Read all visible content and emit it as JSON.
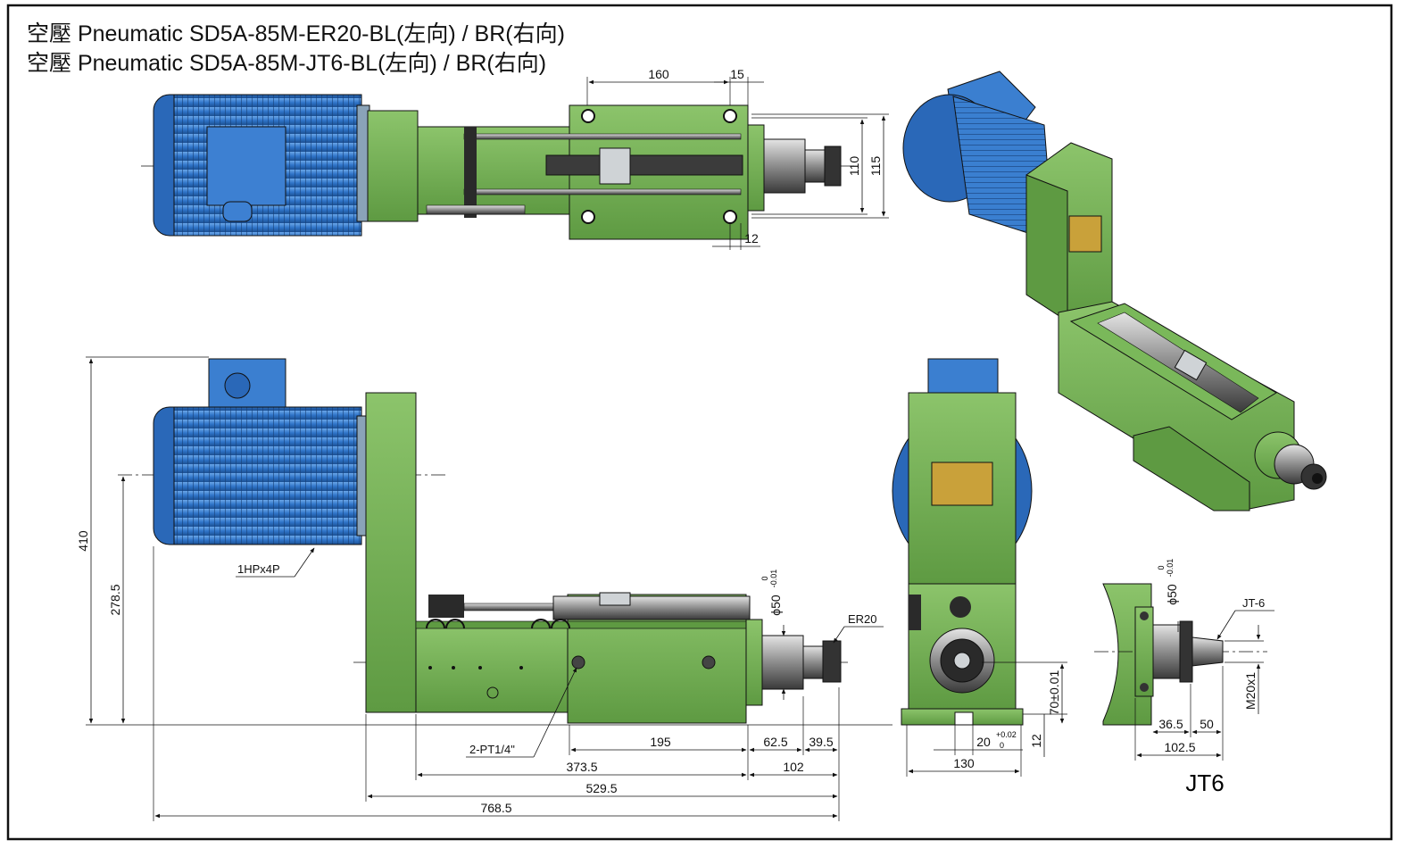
{
  "title": {
    "line1": "空壓 Pneumatic SD5A-85M-ER20-BL(左向) / BR(右向)",
    "line2": "空壓 Pneumatic SD5A-85M-JT6-BL(左向) / BR(右向)"
  },
  "top_view": {
    "dim_160": "160",
    "dim_15": "15",
    "dim_110": "110",
    "dim_115": "115",
    "dim_12": "12"
  },
  "side_view": {
    "dim_410": "410",
    "dim_278_5": "278.5",
    "motor_label": "1HPx4P",
    "diameter": "ϕ50",
    "diameter_tol_upper": "0",
    "diameter_tol_lower": "-0.01",
    "collet": "ER20",
    "port_label": "2-PT1/4\"",
    "dim_195": "195",
    "dim_62_5": "62.5",
    "dim_39_5": "39.5",
    "dim_373_5": "373.5",
    "dim_102": "102",
    "dim_529_5": "529.5",
    "dim_768_5": "768.5"
  },
  "end_view": {
    "dim_70": "70±0.01",
    "dim_20": "20",
    "dim_20_tol_upper": "+0.02",
    "dim_20_tol_lower": "0",
    "dim_12": "12",
    "dim_130": "130"
  },
  "jt6_view": {
    "diameter": "ϕ50",
    "diameter_tol_upper": "0",
    "diameter_tol_lower": "-0.01",
    "taper": "JT-6",
    "thread": "M20x1",
    "dim_36_5": "36.5",
    "dim_50": "50",
    "dim_102_5": "102.5",
    "caption": "JT6"
  },
  "colors": {
    "motor_blue": "#2f74c8",
    "body_green": "#6fa84f",
    "outline": "#111111"
  }
}
